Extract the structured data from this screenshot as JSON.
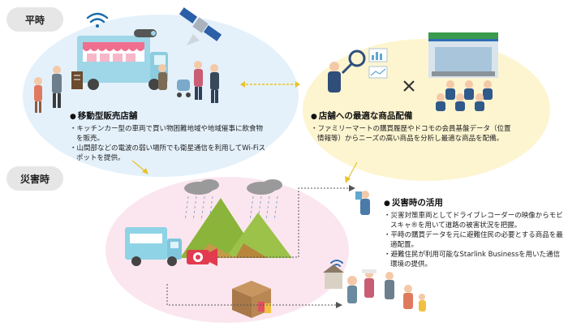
{
  "labels": {
    "normal": "平時",
    "disaster": "災害時"
  },
  "sections": {
    "mobile_store": {
      "title": "移動型販売店舗",
      "bullets": [
        "キッチンカー型の車両で買い物困難地域や地域催事に飲食物を販売。",
        "山間部などの電波の弱い場所でも衛星通信を利用してWi-Fiスポットを提供。"
      ]
    },
    "product_config": {
      "title": "店舗への最適な商品配備",
      "bullets": [
        "ファミリーマートの購買履歴やドコモの会員基盤データ（位置情報等）からニーズの高い商品を分析し最適な商品を配備。"
      ]
    },
    "disaster_use": {
      "title": "災害時の活用",
      "bullets": [
        "災害対策車両としてドライブレコーダーの映像からモビスキャ®を用いて道路の被害状況を把握。",
        "平時の購買データを元に避難住民の必要とする商品を最適配置。",
        "避難住民が利用可能なStarlink Businessを用いた通信環境の提供。"
      ]
    }
  },
  "colors": {
    "blob_left": "#e4f1fb",
    "blob_right": "#fdf5d0",
    "blob_bottom": "#fbe6ef",
    "arrow": "#e8c12c",
    "truck": "#8fd3e6",
    "mountain": "#8ab43a"
  },
  "icons": [
    "wifi-icon",
    "satellite-icon",
    "camera-icon",
    "truck-icon",
    "store-icon",
    "mountain-icon",
    "rain-cloud-icon",
    "supply-box-icon",
    "cross-icon",
    "magnifier-icon"
  ]
}
